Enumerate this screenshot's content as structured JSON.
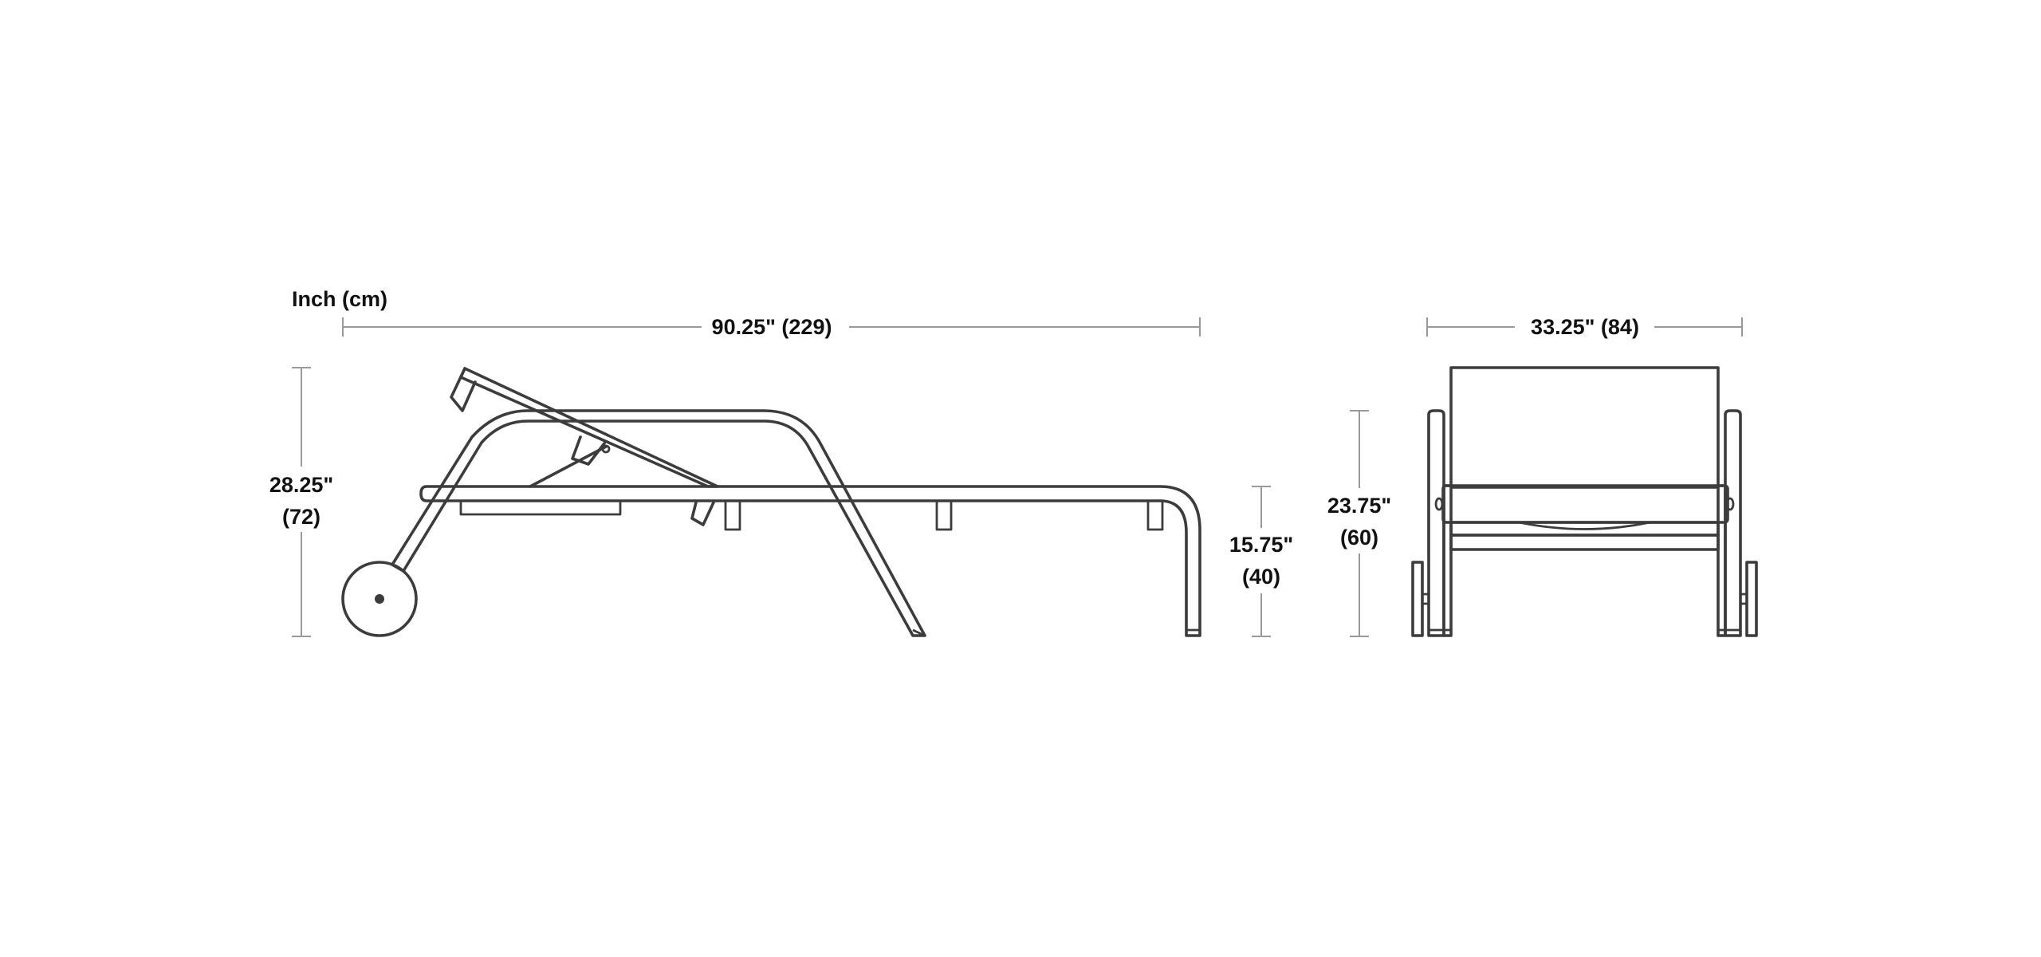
{
  "units_label": "Inch (cm)",
  "dimensions": {
    "length": {
      "text": "90.25\" (229)"
    },
    "height_overall": {
      "inches": "28.25\"",
      "cm": "(72)"
    },
    "seat_height": {
      "inches": "15.75\"",
      "cm": "(40)"
    },
    "width": {
      "text": "33.25\" (84)"
    },
    "front_height": {
      "inches": "23.75\"",
      "cm": "(60)"
    }
  },
  "colors": {
    "outline": "#3c3c3c",
    "dimension_line": "#9a9a9a",
    "text": "#111111",
    "background": "#ffffff"
  }
}
